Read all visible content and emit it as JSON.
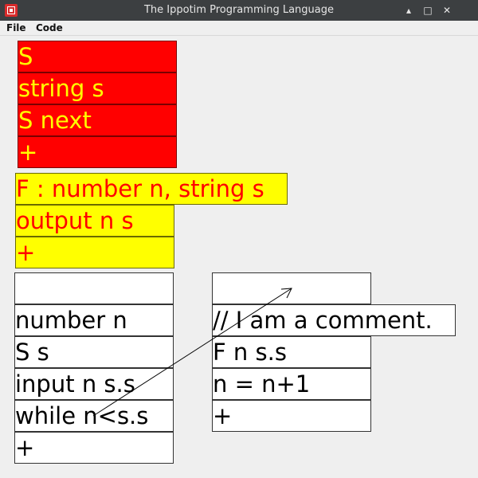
{
  "window": {
    "title": "The Ippotim Programming Language",
    "controls": {
      "minimize": "▴",
      "maximize": "□",
      "close": "✕"
    }
  },
  "menubar": {
    "items": [
      "File",
      "Code"
    ]
  },
  "struct_block": {
    "rows": [
      "S",
      "string s",
      "S next",
      "+"
    ],
    "colors": {
      "background": "#ff0000",
      "text": "#ffff00"
    }
  },
  "function_block": {
    "rows": [
      "F : number n, string s",
      "output n s",
      "+"
    ],
    "colors": {
      "background": "#ffff00",
      "text": "#ff0000"
    }
  },
  "main_block": {
    "rows": [
      "",
      "number n",
      "S s",
      "input n s.s",
      "while n<s.s",
      "+"
    ]
  },
  "loop_block": {
    "rows": [
      "",
      "// I am a comment.",
      "F n s.s",
      "n = n+1",
      "+"
    ]
  }
}
